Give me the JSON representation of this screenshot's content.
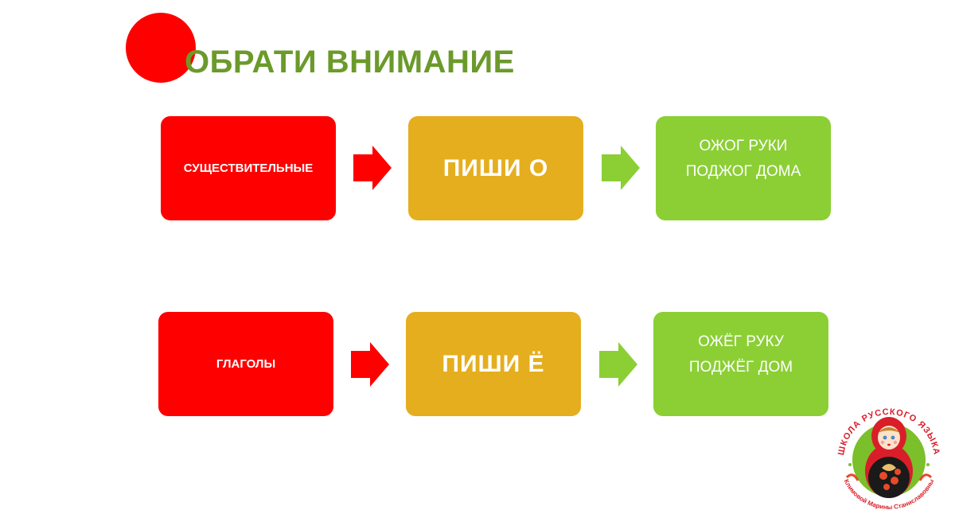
{
  "title": "ОБРАТИ ВНИМАНИЕ",
  "colors": {
    "accent_circle": "#ff0000",
    "title": "#6b9a2a",
    "red_box": "#ff0000",
    "gold_box": "#e5ae1e",
    "green_box": "#8bcf35",
    "red_arrow": "#ff0000",
    "green_arrow": "#8bcf35"
  },
  "rows": [
    {
      "category": "СУЩЕСТВИТЕЛЬНЫЕ",
      "rule": "ПИШИ О",
      "examples": [
        "ОЖОГ РУКИ",
        "ПОДЖОГ ДОМА"
      ]
    },
    {
      "category": "ГЛАГОЛЫ",
      "rule": "ПИШИ Ё",
      "examples": [
        "ОЖЁГ РУКУ",
        "ПОДЖЁГ ДОМ"
      ]
    }
  ],
  "logo": {
    "top_text": "ШКОЛА РУССКОГО ЯЗЫКА",
    "bottom_text": "Климовой Марины Станиславовны"
  }
}
